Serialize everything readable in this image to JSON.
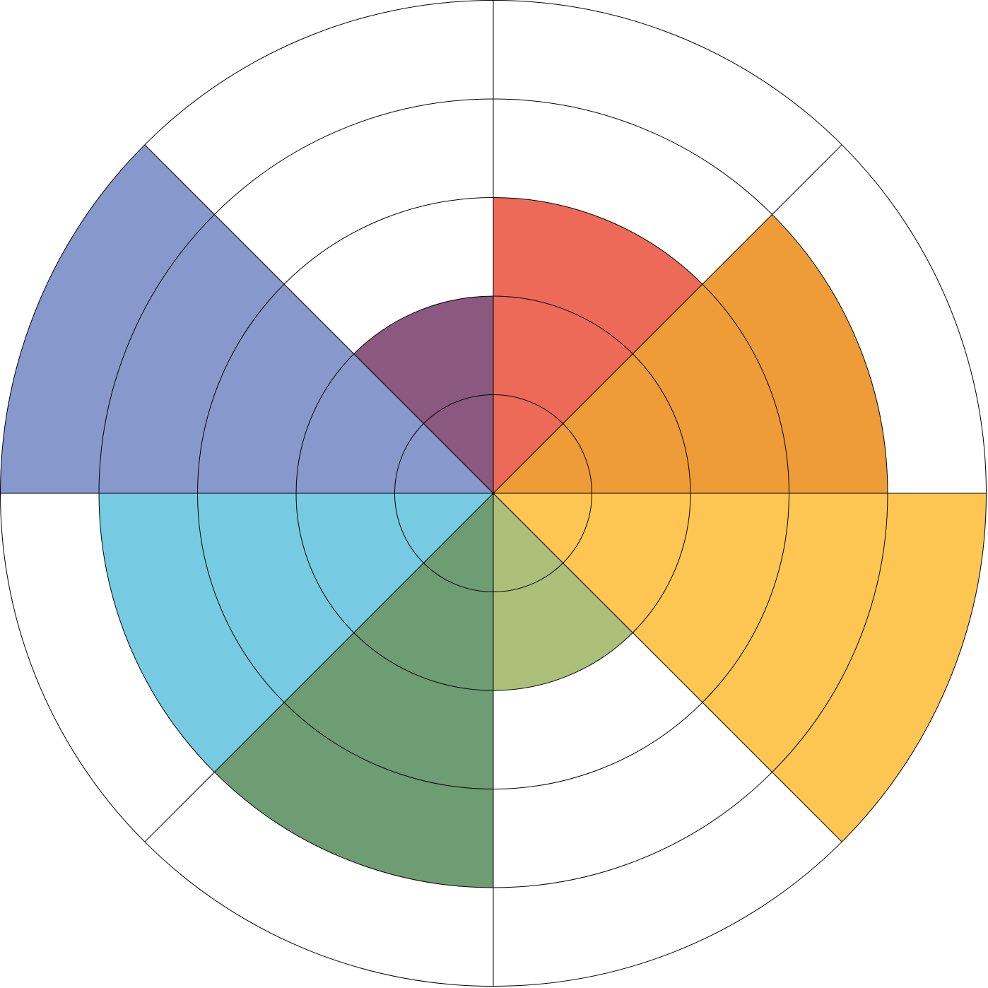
{
  "chart_data": {
    "type": "polar-area",
    "start_angle_deg": 0,
    "direction": "clockwise",
    "rlim": [
      0,
      5
    ],
    "ring_values": [
      1,
      2,
      3,
      4,
      5
    ],
    "spokes_deg": [
      0,
      45,
      90,
      135,
      180,
      225,
      270,
      315
    ],
    "grid": true,
    "values": [
      3,
      4,
      5,
      2,
      4,
      4,
      5,
      2
    ],
    "colors": [
      "#EC6A57",
      "#EE9C38",
      "#FDC652",
      "#ABBF78",
      "#6E9C73",
      "#76CBE3",
      "#8799CC",
      "#8B587F"
    ],
    "grid_color": "#000000",
    "background": "#ffffff"
  }
}
